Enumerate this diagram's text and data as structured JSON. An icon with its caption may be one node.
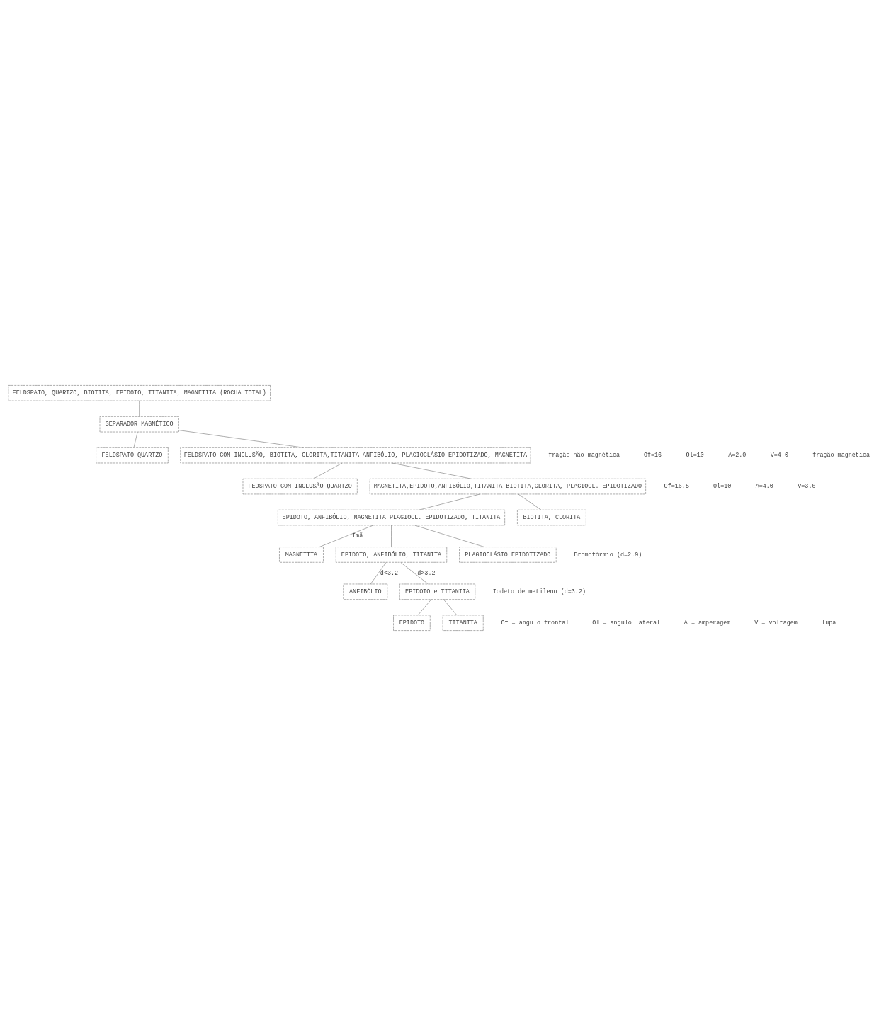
{
  "diagram": {
    "nodes": [
      {
        "text": [
          "FELDSPATO, QUARTZO, BIOTITA, EPIDOTO, TITANITA, MAGNETITA (ROCHA TOTAL)"
        ]
      },
      {
        "text": [
          "SEPARADOR MAGNÉTICO"
        ]
      },
      {
        "text": [
          "FELDSPATO QUARTZO"
        ]
      },
      {
        "text": [
          "FELDSPATO COM INCLUSÃO, BIOTITA, CLORITA,TITANITA ANFIBÓLIO, PLAGIOCLÁSIO EPIDOTIZADO, MAGNETITA"
        ]
      },
      {
        "text": [
          "FEDSPATO COM INCLUSÃO QUARTZO"
        ]
      },
      {
        "text": [
          "MAGNETITA,EPIDOTO,ANFIBÓLIO,TITANITA BIOTITA,CLORITA, PLAGIOCL. EPIDOTIZADO"
        ]
      },
      {
        "text": [
          "EPIDOTO, ANFIBÓLIO, MAGNETITA PLAGIOCL. EPIDOTIZADO, TITANITA"
        ]
      },
      {
        "text": [
          "BIOTITA, CLORITA"
        ]
      },
      {
        "text": [
          "MAGNETITA"
        ]
      },
      {
        "text": [
          "EPIDOTO, ANFIBÓLIO, TITANITA"
        ]
      },
      {
        "text": [
          "PLAGIOCLÁSIO EPIDOTIZADO"
        ]
      },
      {
        "text": [
          "ANFIBÓLIO"
        ]
      },
      {
        "text": [
          "EPIDOTO e TITANITA"
        ]
      },
      {
        "text": [
          "EPIDOTO"
        ]
      },
      {
        "text": [
          "TITANITA"
        ]
      }
    ],
    "edges": [
      {
        "from": 0,
        "to": 1,
        "arrow": "none"
      },
      {
        "from": 1,
        "to": 2,
        "arrow": "none"
      },
      {
        "from": 1,
        "to": 3,
        "arrow": "none"
      },
      {
        "from": 3,
        "to": 4,
        "arrow": "none"
      },
      {
        "from": 3,
        "to": 5,
        "arrow": "none"
      },
      {
        "from": 5,
        "to": 6,
        "arrow": "none"
      },
      {
        "from": 5,
        "to": 7,
        "arrow": "none"
      },
      {
        "from": 6,
        "to": 8,
        "arrow": "none",
        "label": "Imã"
      },
      {
        "from": 6,
        "to": 9,
        "arrow": "none"
      },
      {
        "from": 6,
        "to": 10,
        "arrow": "none"
      },
      {
        "from": 9,
        "to": 11,
        "arrow": "none",
        "label": "d<3.2"
      },
      {
        "from": 9,
        "to": 12,
        "arrow": "none",
        "label": "d>3.2"
      },
      {
        "from": 12,
        "to": 13,
        "arrow": "none"
      },
      {
        "from": 12,
        "to": 14,
        "arrow": "none"
      }
    ],
    "labels": [
      "fração não magnética",
      "Of=16",
      "Ol=10",
      "A=2.0",
      "V=4.0",
      "fração magnética",
      "Of=16.5",
      "Ol=10",
      "A=4.0",
      "V=3.0",
      "Bromofórmio (d=2.9)",
      "Iodeto de metileno (d=3.2)",
      "Of = angulo frontal",
      "Ol = angulo lateral",
      "A = amperagem",
      "V = voltagem",
      "lupa"
    ]
  }
}
